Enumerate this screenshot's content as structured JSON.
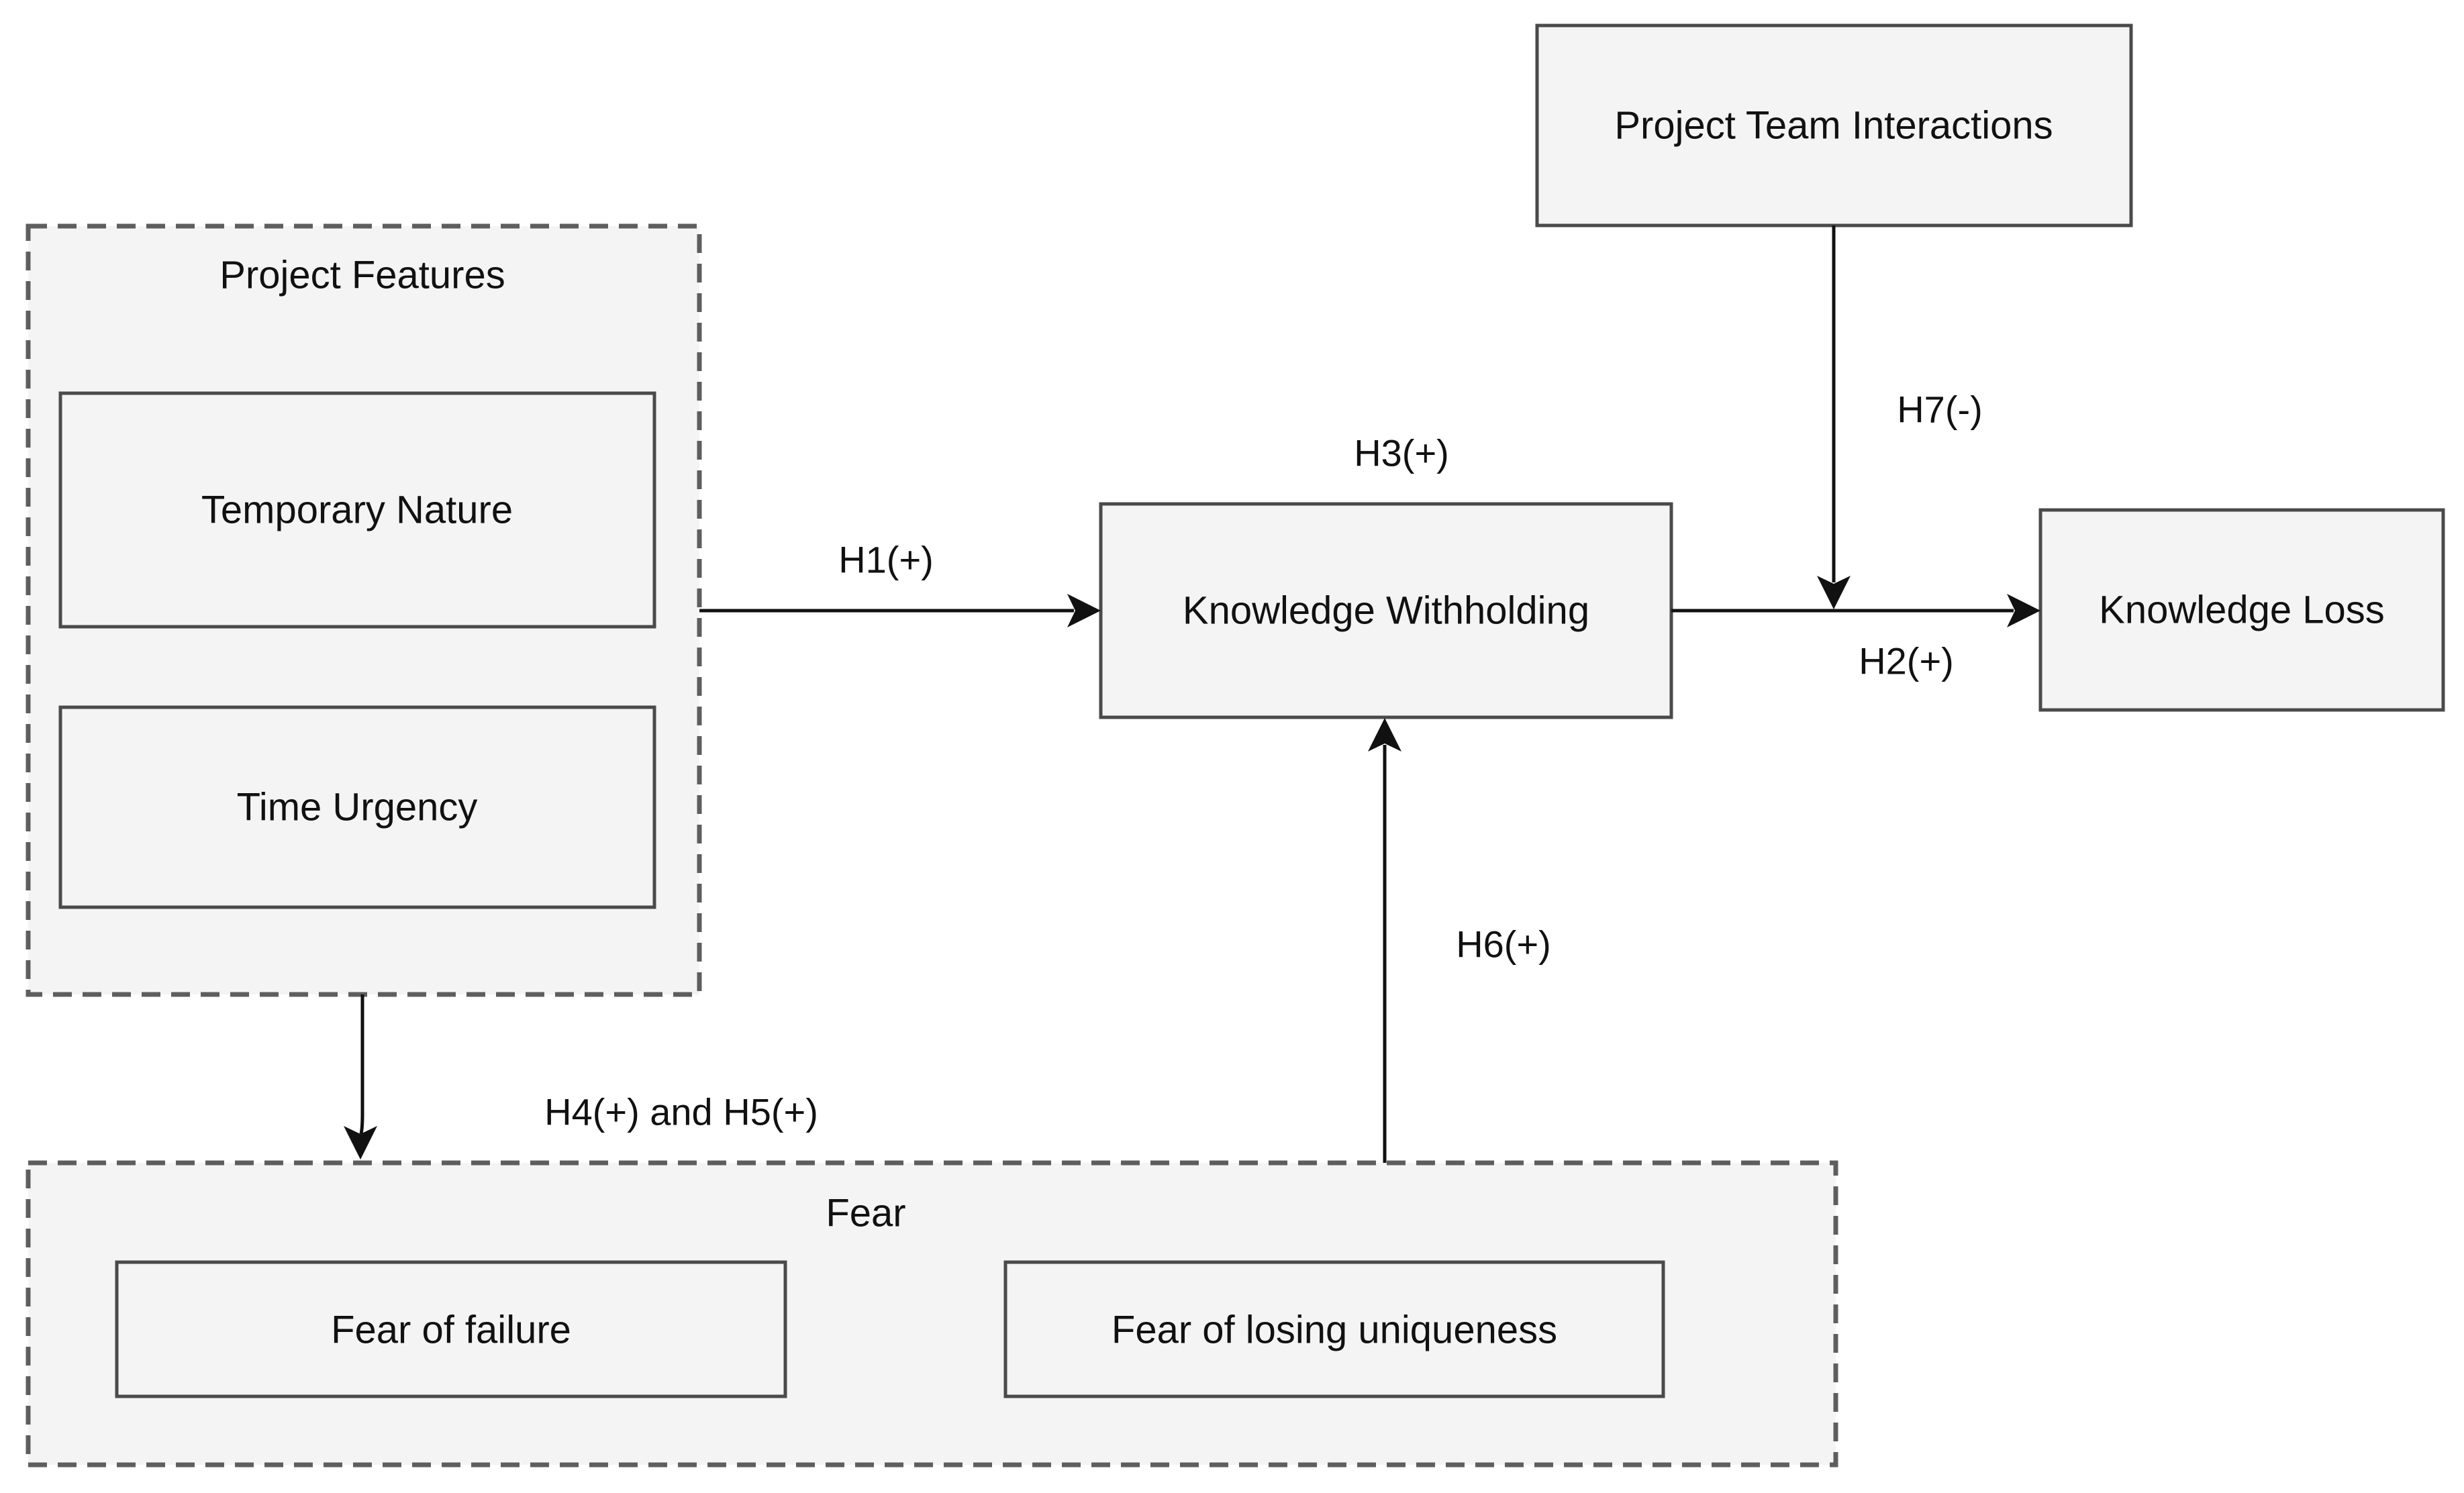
{
  "groups": {
    "project_features": {
      "title": "Project Features"
    },
    "fear": {
      "title": "Fear"
    }
  },
  "nodes": {
    "temporary_nature": "Temporary Nature",
    "time_urgency": "Time Urgency",
    "knowledge_withholding": "Knowledge Withholding",
    "knowledge_loss": "Knowledge Loss",
    "project_team_interactions": "Project Team Interactions",
    "fear_of_failure": "Fear of failure",
    "fear_of_losing_uniqueness": "Fear of losing uniqueness"
  },
  "edges": {
    "h1": "H1(+)",
    "h2": "H2(+)",
    "h3": "H3(+)",
    "h4_h5": "H4(+) and H5(+)",
    "h6": "H6(+)",
    "h7": "H7(-)"
  },
  "colors": {
    "box_fill": "#f4f4f4",
    "box_stroke": "#4a4a4a",
    "group_stroke": "#5e5e5e",
    "line": "#111111"
  }
}
